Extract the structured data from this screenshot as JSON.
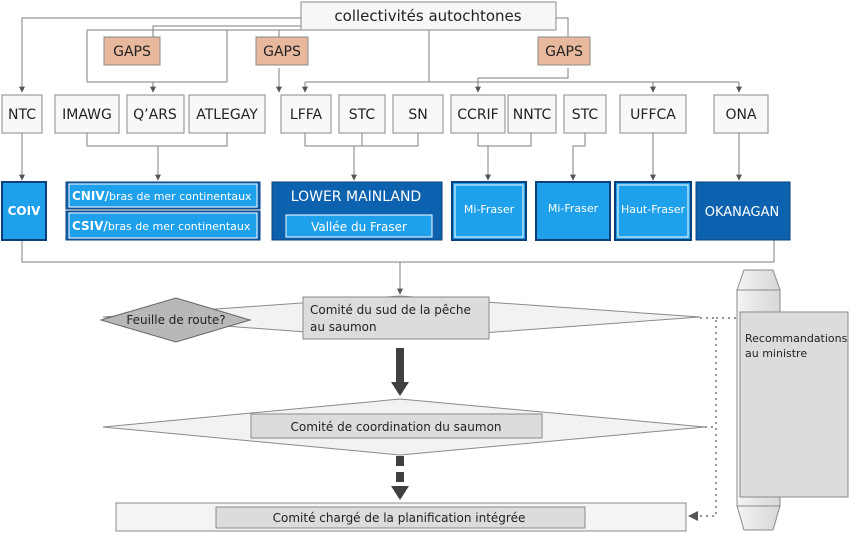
{
  "top_node": {
    "label": "collectivités autochtones"
  },
  "gaps_nodes": [
    {
      "label": "GAPS"
    },
    {
      "label": "GAPS"
    },
    {
      "label": "GAPS"
    }
  ],
  "org_nodes": [
    {
      "label": "NTC"
    },
    {
      "label": "IMAWG"
    },
    {
      "label": "Q’ARS"
    },
    {
      "label": "ATLEGAY"
    },
    {
      "label": "LFFA"
    },
    {
      "label": "STC"
    },
    {
      "label": "SN"
    },
    {
      "label": "CCRIF"
    },
    {
      "label": "NNTC"
    },
    {
      "label": "STC"
    },
    {
      "label": "UFFCA"
    },
    {
      "label": "ONA"
    }
  ],
  "region_nodes": {
    "coiv": "COIV",
    "cniv": {
      "bold": "CNIV/",
      "rest": "bras de mer continentaux"
    },
    "csiv": {
      "bold": "CSIV/",
      "rest": "bras de mer continentaux"
    },
    "lower_mainland": "LOWER MAINLAND",
    "vallee_fraser": "Vallée du Fraser",
    "mi_fraser_1": "Mi-Fraser",
    "mi_fraser_2": "Mi-Fraser",
    "haut_fraser": "Haut-Fraser",
    "okanagan": "OKANAGAN"
  },
  "committees": {
    "roadmap": "Feuille de route?",
    "south_line1": "Comité du sud de la pêche",
    "south_line2": "au saumon",
    "coordination": "Comité de coordination du saumon",
    "integrated": "Comité chargé de la planification intégrée"
  },
  "side_panel": {
    "line1": "Recommandations",
    "line2": "au ministre"
  },
  "colors": {
    "gaps_fill": "#e8b89c",
    "bright_blue": "#1ea0ea",
    "dark_blue": "#0d62b0",
    "gray_box": "#dcdcdc",
    "light_gray": "#f2f2f2",
    "line": "#7f7f7f",
    "arrow_dark": "#404040"
  }
}
